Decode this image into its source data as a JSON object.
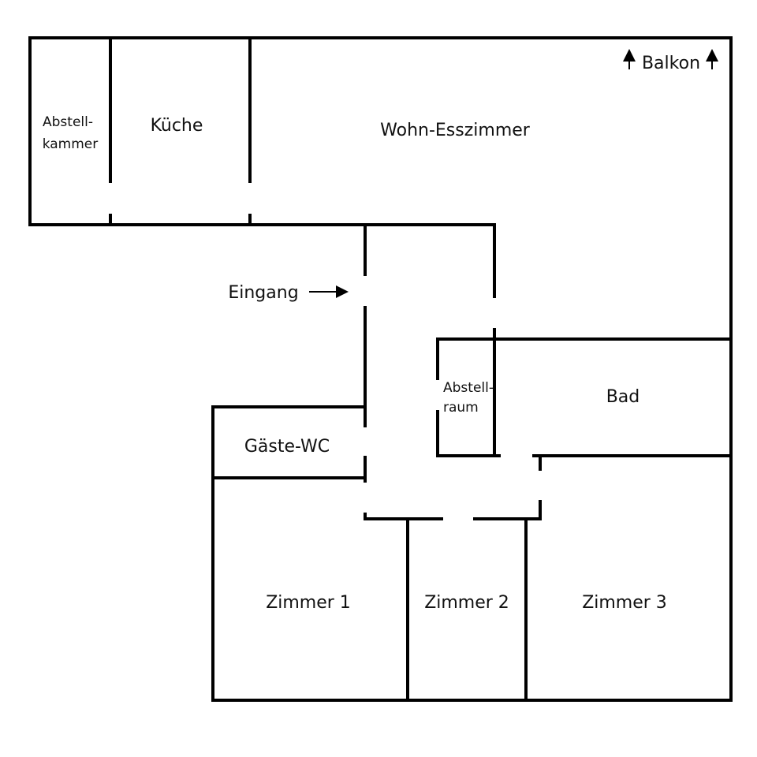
{
  "plan": {
    "rooms": {
      "abstellkammer": {
        "line1": "Abstell-",
        "line2": "kammer"
      },
      "kueche": "Küche",
      "wohn_esszimmer": "Wohn-Esszimmer",
      "abstellraum": {
        "line1": "Abstell-",
        "line2": "raum"
      },
      "bad": "Bad",
      "gaeste_wc": "Gäste-WC",
      "zimmer1": "Zimmer 1",
      "zimmer2": "Zimmer 2",
      "zimmer3": "Zimmer 3"
    },
    "annotations": {
      "eingang": "Eingang",
      "balkon": "Balkon"
    },
    "colors": {
      "wall": "#000000",
      "background": "#ffffff"
    }
  }
}
